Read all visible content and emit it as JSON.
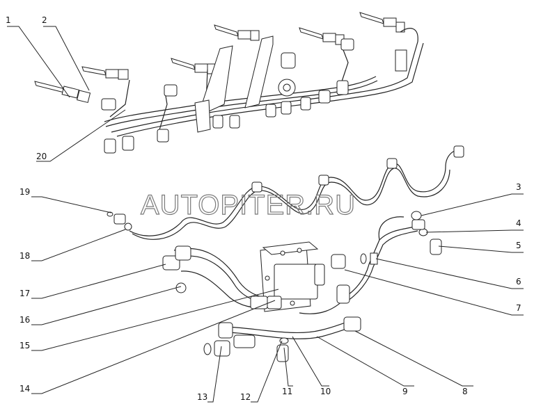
{
  "watermark": "AUTOPITER.RU",
  "callouts": [
    "1",
    "2",
    "3",
    "4",
    "5",
    "6",
    "7",
    "8",
    "9",
    "10",
    "11",
    "12",
    "13",
    "14",
    "15",
    "16",
    "17",
    "18",
    "19",
    "20"
  ],
  "colors": {
    "ink": "#222222",
    "watermark": "#7a7a7a",
    "background": "#ffffff"
  }
}
